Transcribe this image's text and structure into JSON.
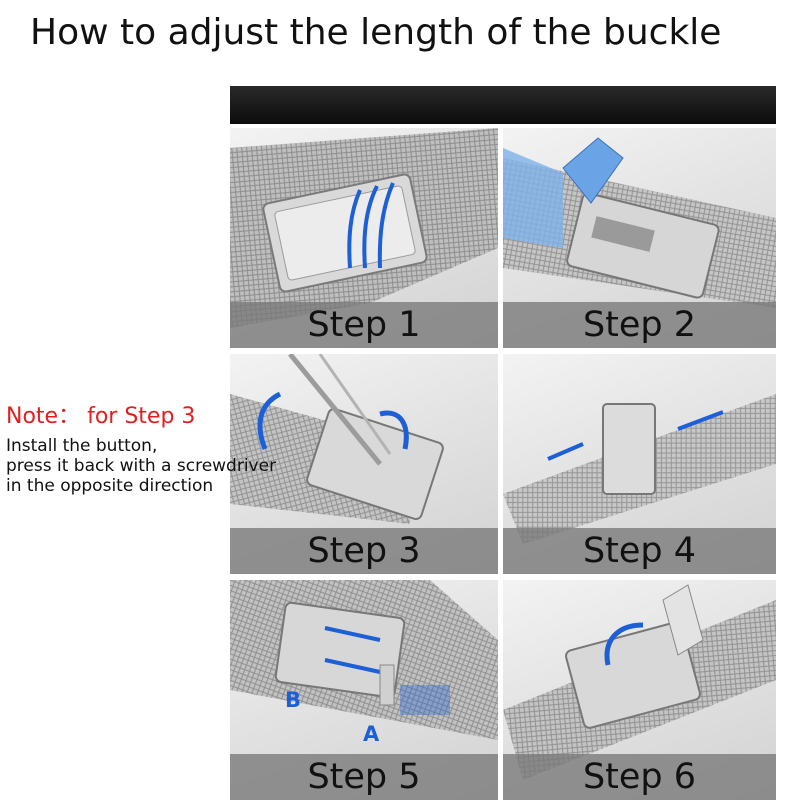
{
  "title": "How to adjust the length of the buckle",
  "steps": [
    {
      "label": "Step 1"
    },
    {
      "label": "Step 2"
    },
    {
      "label": "Step 3"
    },
    {
      "label": "Step 4"
    },
    {
      "label": "Step 5"
    },
    {
      "label": "Step 6"
    }
  ],
  "note": {
    "title": "Note：  for Step 3",
    "lines": [
      "Install the button,",
      "press it back with a screwdriver",
      "in the opposite direction"
    ]
  },
  "markers": {
    "b": "B",
    "a": "A"
  },
  "colors": {
    "note_title": "#e02020",
    "arrow_blue": "#1d5fd6",
    "label_band": "#787878"
  }
}
